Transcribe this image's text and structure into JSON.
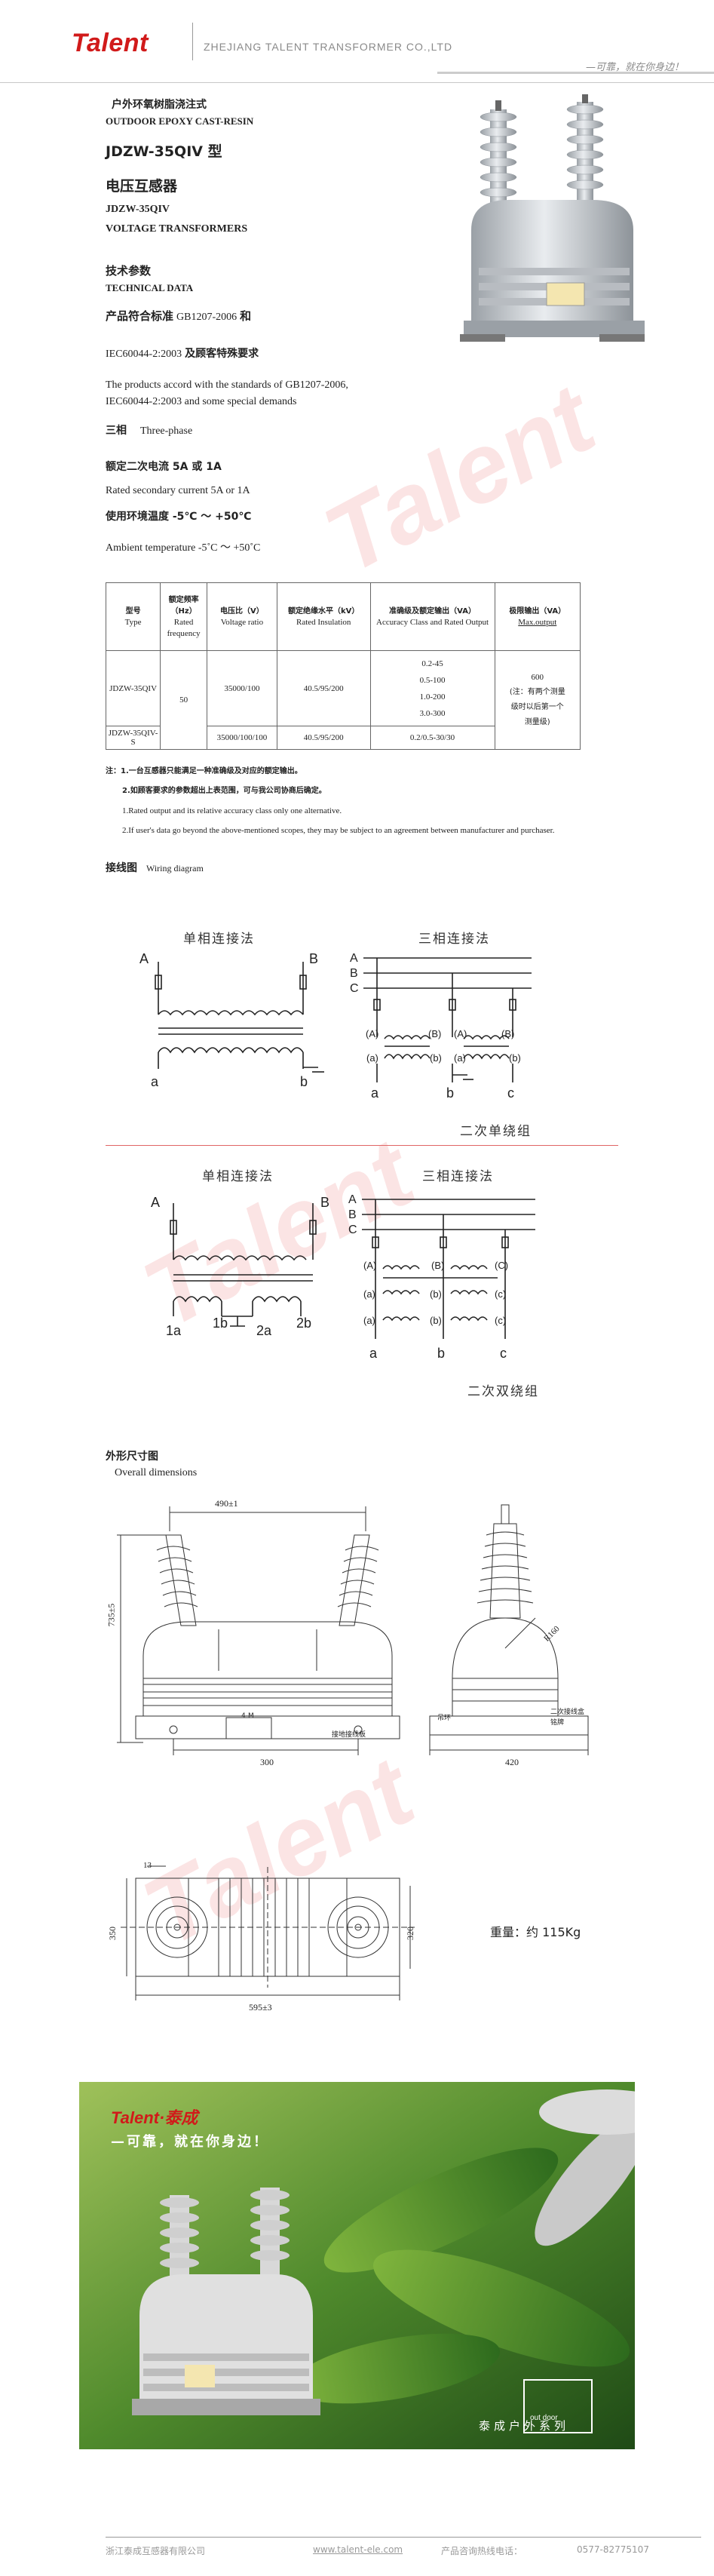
{
  "header": {
    "logo": "Talent",
    "company": "ZHEJIANG TALENT TRANSFORMER CO.,LTD",
    "slogan": "—可靠，就在你身边！"
  },
  "intro": {
    "type_cn": "户外环氧树脂浇注式",
    "type_en": "OUTDOOR EPOXY CAST-RESIN",
    "model_cn": "JDZW-35QIV 型",
    "name_cn": "电压互感器",
    "model_en": "JDZW-35QIV",
    "name_en": "VOLTAGE TRANSFORMERS",
    "tech_cn": "技术参数",
    "tech_en": "TECHNICAL DATA",
    "std_label": "产品符合标准",
    "std_value": "GB1207-2006",
    "std_and": "和",
    "std_line2": "IEC60044-2:2003",
    "std_line2_cn": "及顾客特殊要求",
    "std_en_1": "The products accord with the standards of GB1207-2006,",
    "std_en_2": "IEC60044-2:2003 and some special demands",
    "phase_cn": "三相",
    "phase_en": "Three-phase",
    "sec_cn": "额定二次电流 5A 或 1A",
    "sec_en": "Rated secondary current 5A or 1A",
    "temp_cn": "使用环境温度 -5℃ ～ +50℃",
    "temp_en": "Ambient temperature   -5˚C ～ +50˚C"
  },
  "table": {
    "headers": [
      {
        "cn": "型号",
        "en": "Type"
      },
      {
        "cn": "额定频率（Hz）",
        "en": "Rated frequency"
      },
      {
        "cn": "电压比（V）",
        "en": "Voltage ratio"
      },
      {
        "cn": "额定绝缘水平（kV）",
        "en": "Rated Insulation"
      },
      {
        "cn": "准确级及额定输出（VA）",
        "en": "Accuracy Class and Rated Output"
      },
      {
        "cn": "极限输出（VA）",
        "en": "Max.output"
      }
    ],
    "rows": [
      {
        "type": "JDZW-35QIV",
        "freq": "50",
        "ratio": "35000/100",
        "insulation": "40.5/95/200",
        "accuracy": [
          "0.2-45",
          "0.5-100",
          "1.0-200",
          "3.0-300"
        ],
        "max": [
          "600",
          "(注：有两个测量",
          "级时以后第一个",
          "测量级)"
        ]
      },
      {
        "type": "JDZW-35QIV-S",
        "ratio": "35000/100/100",
        "insulation": "40.5/95/200",
        "accuracy": [
          "0.2/0.5-30/30"
        ]
      }
    ]
  },
  "notes": {
    "n1_cn": "注：1.一台互感器只能满足一种准确级及对应的额定输出。",
    "n2_cn": "2.如顾客要求的参数超出上表范围，可与我公司协商后确定。",
    "n1_en": "1.Rated output and its relative accuracy class only one alternative.",
    "n2_en": "2.If user's data go beyond the above-mentioned scopes, they may be subject to an agreement between manufacturer and purchaser."
  },
  "wiring": {
    "title_cn": "接线图",
    "title_en": "Wiring diagram",
    "single_phase": "单相连接法",
    "three_phase": "三相连接法",
    "group1": "二次单绕组",
    "group2": "二次双绕组"
  },
  "dims": {
    "title_cn": "外形尺寸图",
    "title_en": "Overall dimensions",
    "w_top": "490±1",
    "height": "735±5",
    "base": "300",
    "side_base": "420",
    "radius": "R160",
    "plan_w": "595±3",
    "plan_h": "350",
    "plan_h2": "320",
    "small": "13",
    "earth_label": "二次接线盒",
    "ground_label": "铭牌",
    "earth2": "接地接线板",
    "hold": "吊环",
    "plate": "4-M",
    "weight": "重量：约 115Kg"
  },
  "photo": {
    "logo": "Talent·泰成",
    "slogan": "—可靠，就在你身边！",
    "series": "泰成户外系列",
    "badge": "out door"
  },
  "footer": {
    "left": "浙江泰成互感器有限公司",
    "mid": "www.talent-ele.com",
    "right_label": "产品咨询热线电话：",
    "right_value": "0577-82775107"
  },
  "colors": {
    "brand": "#d11a1a",
    "watermark": "#e65a5a"
  }
}
